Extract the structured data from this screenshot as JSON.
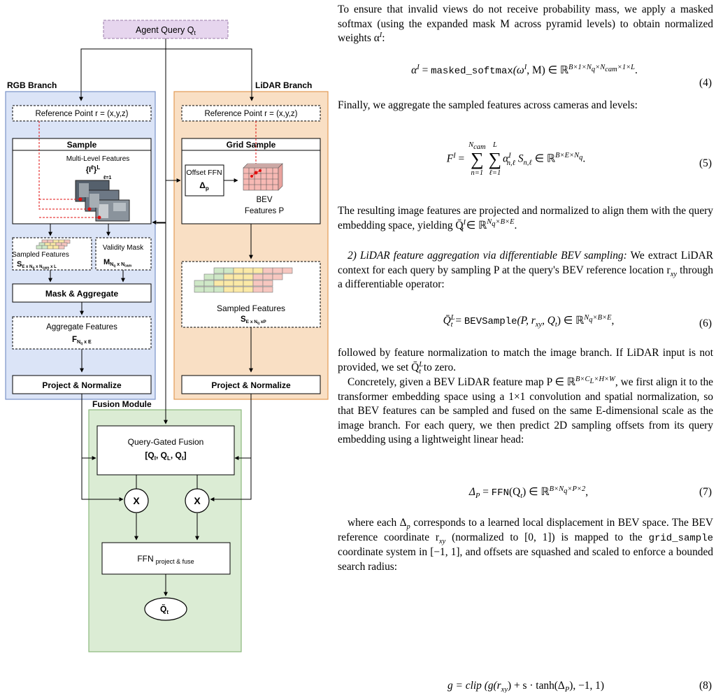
{
  "figure": {
    "agent_query": "Agent Query Q",
    "agent_query_sub": "t",
    "rgb_branch_title": "RGB Branch",
    "lidar_branch_title": "LiDAR Branch",
    "fusion_title": "Fusion Module",
    "rgb_ref_point": "Reference Point r = (x,y,z)",
    "lidar_ref_point": "Reference Point r = (x,y,z)",
    "sample_title": "Sample",
    "multi_level": "Multi-Level Features",
    "features_set": "{I",
    "features_set_sup": "ℓ",
    "features_set_close": "}",
    "features_set_idx": "L",
    "features_set_lower": "ℓ=1",
    "grid_sample_title": "Grid Sample",
    "offset_ffn": "Offset FFN",
    "offset_delta": "Δ",
    "offset_delta_sub": "p",
    "bev_features_1": "BEV",
    "bev_features_2": "Features P",
    "sampled_features_rgb": "Sampled Features",
    "sampled_rgb_sym": "S",
    "sampled_rgb_sub": "E x N",
    "sampled_rgb_sub_q": "q",
    "sampled_rgb_sub_rest": " x N",
    "sampled_rgb_sub_cam": "cam",
    "sampled_rgb_sub_l": " x L",
    "validity_mask": "Validity Mask",
    "validity_sym": "M",
    "validity_sub": "N",
    "validity_sub_q": "q",
    "validity_sub_rest": " x N",
    "validity_sub_cam": "cam",
    "mask_aggregate": "Mask & Aggregate",
    "aggregate_features": "Aggregate Features",
    "aggregate_sym": "F",
    "aggregate_sub": "N",
    "aggregate_sub_q": "q",
    "aggregate_sub_rest": " x E",
    "project_normalize_rgb": "Project & Normalize",
    "project_normalize_lidar": "Project & Normalize",
    "sampled_features_lidar": "Sampled Features",
    "sampled_lidar_sym": "S",
    "sampled_lidar_sub": "E x N",
    "sampled_lidar_sub_q": "q",
    "sampled_lidar_sub_rest": " xP",
    "query_gated_fusion": "Query-Gated Fusion",
    "fusion_inputs": "[Q",
    "fusion_inputs_i": "I",
    "fusion_inputs_mid": ", Q",
    "fusion_inputs_l": "L",
    "fusion_inputs_mid2": ", Q",
    "fusion_inputs_t": "t",
    "fusion_inputs_close": "]",
    "multiply_left": "X",
    "multiply_right": "X",
    "ffn_label": "FFN",
    "ffn_sub": "project & fuse",
    "output_query": "Q̃",
    "output_query_sub": "t"
  },
  "text": {
    "para1": "To ensure that invalid views do not receive probability mass, we apply a masked softmax (using the expanded mask M across pyramid levels) to obtain normalized weights α",
    "para1_sup": "I",
    "para1_end": ":",
    "eq4_lhs": "α",
    "eq4_lhs_sup": "I",
    "eq4_fn": "masked_softmax",
    "eq4_args": "(ω",
    "eq4_args_sup": "I",
    "eq4_args_end": ", M) ∈ ℝ",
    "eq4_space": "B×1×N",
    "eq4_space_q": "q",
    "eq4_space_rest": "×N",
    "eq4_space_cam": "cam",
    "eq4_space_end": "×1×L",
    "eq4_num": "(4)",
    "para2": "Finally, we aggregate the sampled features across cameras and levels:",
    "eq5_lhs": "F",
    "eq5_lhs_sup": "I",
    "eq5_sum1_top": "N",
    "eq5_sum1_top_sub": "cam",
    "eq5_sum1_bot": "n=1",
    "eq5_sum2_top": "L",
    "eq5_sum2_bot": "ℓ=1",
    "eq5_body": "α",
    "eq5_body_sup": "I",
    "eq5_body_sub": "n,ℓ",
    "eq5_s": "S",
    "eq5_s_sub": "n,ℓ",
    "eq5_in": " ∈ ℝ",
    "eq5_space": "B×E×N",
    "eq5_space_q": "q",
    "eq5_num": "(5)",
    "para3": "The resulting image features are projected and normalized to align them with the query embedding space, yielding Q̄",
    "para3_sup": "I",
    "para3_sub": "t",
    "para3_in": " ∈ ℝ",
    "para3_space": "N",
    "para3_space_q": "q",
    "para3_space_rest": "×B×E",
    "para3_end": ".",
    "heading2": "2) LiDAR feature aggregation via differentiable BEV sampling:",
    "para4": " We extract LiDAR context for each query by sampling P at the query's BEV reference location r",
    "para4_sub": "xy",
    "para4_end": " through a differentiable operator:",
    "eq6_lhs": "Q̄",
    "eq6_lhs_sup": "L",
    "eq6_lhs_sub": "t",
    "eq6_fn": "BEVSample",
    "eq6_args": "(P, r",
    "eq6_args_sub": "xy",
    "eq6_args_end": ", Q",
    "eq6_args_t": "t",
    "eq6_close": ") ∈ ℝ",
    "eq6_space": "N",
    "eq6_space_q": "q",
    "eq6_space_rest": "×B×E",
    "eq6_comma": ",",
    "eq6_num": "(6)",
    "para5": "followed by feature normalization to match the image branch. If LiDAR input is not provided, we set Q̄",
    "para5_sup": "L",
    "para5_sub": "t",
    "para5_end": " to zero.",
    "para6a": "Concretely, given a BEV LiDAR feature map P ∈ ℝ",
    "para6a_sup": "B×C",
    "para6a_sup_l": "L",
    "para6a_sup_rest": "×H×W",
    "para6b": ", we first align it to the transformer embedding space using a 1×1 convolution and spatial normalization, so that BEV features can be sampled and fused on the same E-dimensional scale as the image branch. For each query, we then predict 2D sampling offsets from its query embedding using a lightweight linear head:",
    "eq7_lhs": "Δ",
    "eq7_lhs_sub": "P",
    "eq7_fn": "FFN",
    "eq7_args": "(Q",
    "eq7_args_sub": "t",
    "eq7_close": ") ∈ ℝ",
    "eq7_space": "B×N",
    "eq7_space_q": "q",
    "eq7_space_rest": "×P×2",
    "eq7_comma": ",",
    "eq7_num": "(7)",
    "para7a": "where each Δ",
    "para7a_sub": "p",
    "para7b": " corresponds to a learned local displacement in BEV space. The BEV reference coordinate r",
    "para7b_sub": "xy",
    "para7c": " (normalized to [0, 1]) is mapped to the ",
    "para7_tt": "grid_sample",
    "para7d": " coordinate system in [−1, 1], and offsets are squashed and scaled to enforce a bounded search radius:",
    "eq8_partial": "g = clip (g(r",
    "eq8_sub": "xy",
    "eq8_rest": ") + s · tanh(Δ",
    "eq8_sub2": "P",
    "eq8_end": "), −1, 1)",
    "eq8_num": "(8)"
  },
  "colors": {
    "query_box_fill": "#e6d5ee",
    "query_box_stroke": "#9a7aa8",
    "rgb_fill": "#dbe4f7",
    "rgb_stroke": "#7a93c8",
    "lidar_fill": "#f9dfc4",
    "lidar_stroke": "#e29a55",
    "fusion_fill": "#dbecd4",
    "fusion_stroke": "#8ab87b",
    "ref_line": "#e01010"
  }
}
